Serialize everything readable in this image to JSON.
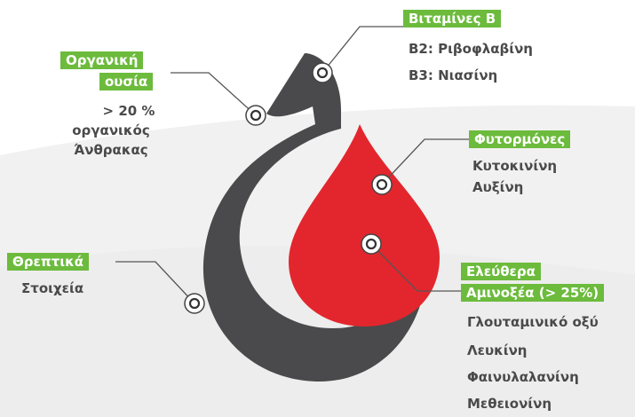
{
  "colors": {
    "hook": "#4a4a4c",
    "drop": "#e3262d",
    "label_bg": "#6cbb3c",
    "label_text": "#ffffff",
    "text": "#4a4a4a",
    "background_shape": "#f1f1f1"
  },
  "labels": {
    "vitamins": {
      "title": "Βιταμίνες Β",
      "items": [
        "B2: Ριβοφλαβίνη",
        "B3: Νιασίνη"
      ]
    },
    "organic": {
      "title_line1": "Οργανική",
      "title_line2": "ουσία",
      "items": [
        "> 20 %",
        "οργανικός",
        "Άνθρακας"
      ]
    },
    "phyto": {
      "title": "Φυτορμόνες",
      "items": [
        "Κυτοκινίνη",
        "Αυξίνη"
      ]
    },
    "nutrients": {
      "title": "Θρεπτικά",
      "items": [
        "Στοιχεία"
      ]
    },
    "amino": {
      "title_line1": "Ελεύθερα",
      "title_line2": "Αμινοξέα (> 25%)",
      "items": [
        "Γλουταμινικό οξύ",
        "Λευκίνη",
        "Φαινυλαλανίνη",
        "Μεθειονίνη"
      ]
    }
  }
}
